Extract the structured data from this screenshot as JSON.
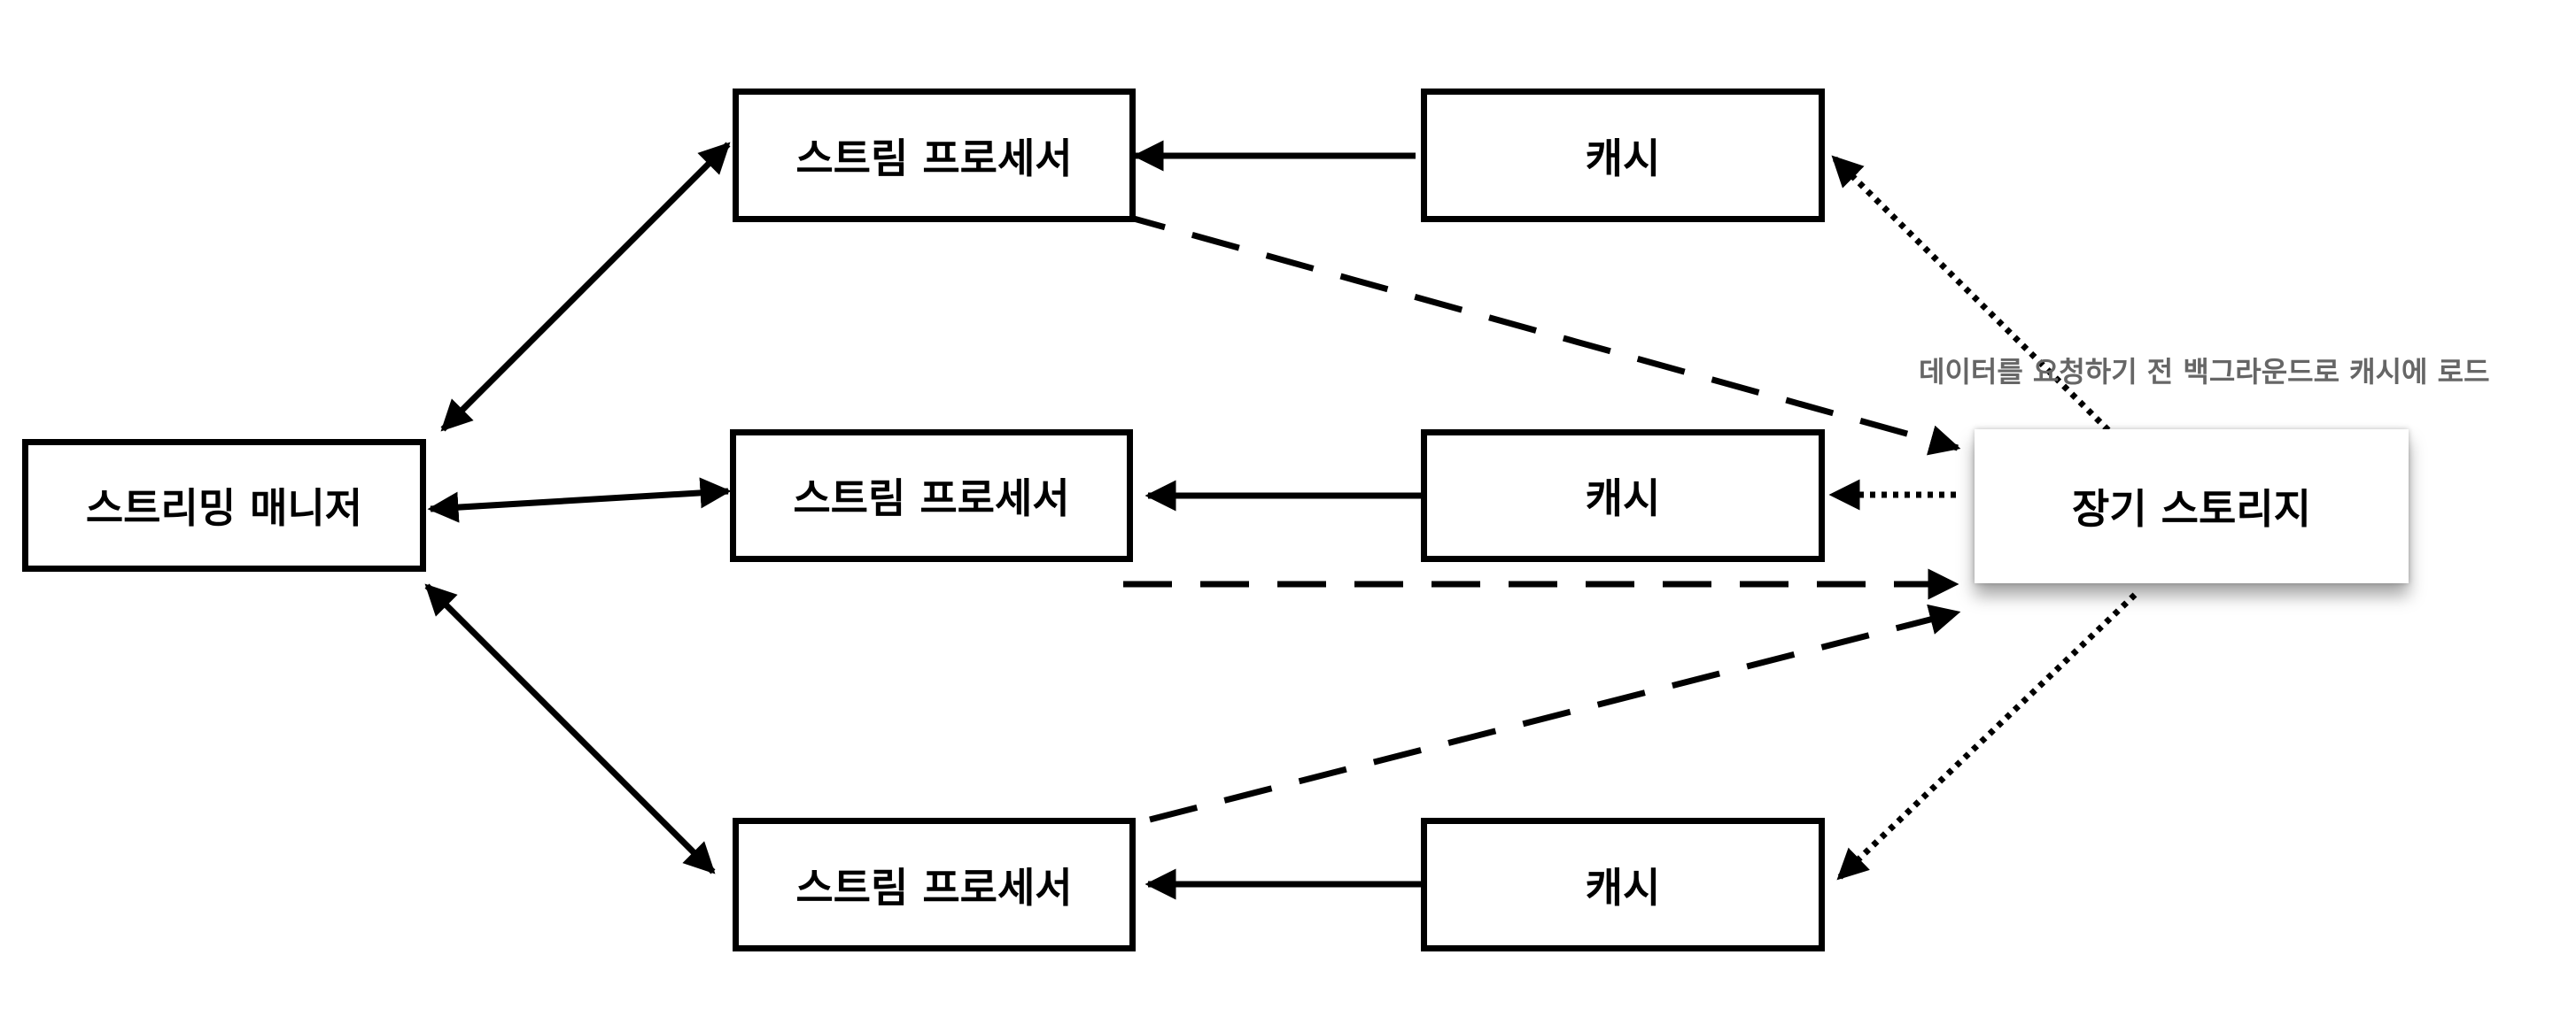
{
  "nodes": {
    "manager": {
      "label": "스트리밍 매니저"
    },
    "processors": [
      {
        "label": "스트림 프로세서"
      },
      {
        "label": "스트림 프로세서"
      },
      {
        "label": "스트림 프로세서"
      }
    ],
    "caches": [
      {
        "label": "캐시"
      },
      {
        "label": "캐시"
      },
      {
        "label": "캐시"
      }
    ],
    "storage": {
      "label": "장기 스토리지"
    }
  },
  "annotation": {
    "preload_note": "데이터를 요청하기 전 백그라운드로 캐시에 로드"
  },
  "colors": {
    "stroke": "#000000",
    "note_text": "#666666",
    "background": "#ffffff"
  }
}
